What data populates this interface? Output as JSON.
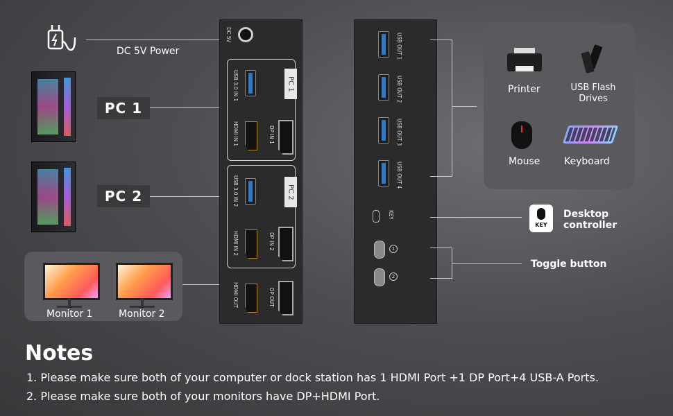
{
  "left": {
    "power_label": "DC 5V Power",
    "pc1_label": "PC 1",
    "pc2_label": "PC 2",
    "monitor1_label": "Monitor 1",
    "monitor2_label": "Monitor 2"
  },
  "switch_front": {
    "dc_label": "DC 5V",
    "group1_tag": "PC 1",
    "group2_tag": "PC 2",
    "usb_in1": "USB 3.0 IN 1",
    "hdmi_in1": "HDMI IN 1",
    "dp_in1": "DP IN 1",
    "usb_in2": "USB 3.0 IN 2",
    "hdmi_in2": "HDMI IN 2",
    "dp_in2": "DP IN 2",
    "hdmi_out": "HDMI OUT",
    "dp_out": "DP OUT"
  },
  "switch_back": {
    "usb_out1": "USB OUT 1",
    "usb_out2": "USB OUT 2",
    "usb_out3": "USB OUT 3",
    "usb_out4": "USB OUT 4",
    "key": "KEY",
    "toggle1": "1",
    "toggle2": "2"
  },
  "devices": {
    "printer": "Printer",
    "usb_flash_line1": "USB Flash",
    "usb_flash_line2": "Drives",
    "mouse": "Mouse",
    "keyboard": "Keyboard"
  },
  "right": {
    "key_badge": "KEY",
    "desktop_line1": "Desktop",
    "desktop_line2": "controller",
    "toggle_label": "Toggle button"
  },
  "notes": {
    "title": "Notes",
    "note1": "1. Please make sure both of your computer or dock station has 1 HDMI Port +1 DP Port+4 USB-A Ports.",
    "note2": "2. Please make sure both of your monitors have DP+HDMI Port."
  }
}
